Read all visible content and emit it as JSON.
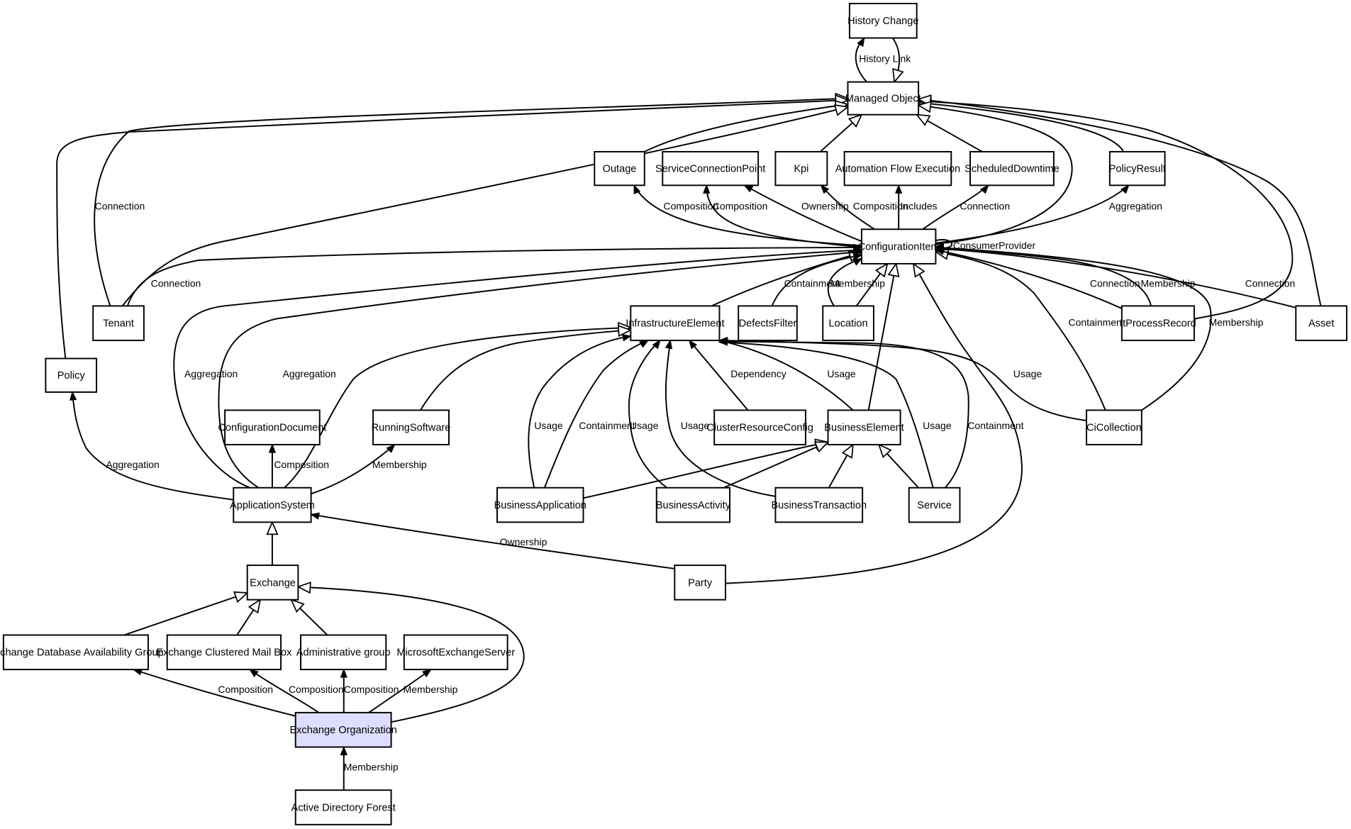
{
  "diagram": {
    "focus_node": "exchange_org",
    "nodes": [
      {
        "id": "history_change",
        "label": "History Change"
      },
      {
        "id": "managed_object",
        "label": "Managed Object"
      },
      {
        "id": "outage",
        "label": "Outage"
      },
      {
        "id": "scp",
        "label": "ServiceConnectionPoint"
      },
      {
        "id": "kpi",
        "label": "Kpi"
      },
      {
        "id": "afe",
        "label": "Automation Flow Execution"
      },
      {
        "id": "sched",
        "label": "ScheduledDowntime"
      },
      {
        "id": "policy_result",
        "label": "PolicyResult"
      },
      {
        "id": "ci",
        "label": "ConfigurationItem"
      },
      {
        "id": "tenant",
        "label": "Tenant"
      },
      {
        "id": "infra",
        "label": "InfrastructureElement"
      },
      {
        "id": "defects",
        "label": "DefectsFilter"
      },
      {
        "id": "location",
        "label": "Location"
      },
      {
        "id": "itpr",
        "label": "ItProcessRecord"
      },
      {
        "id": "asset",
        "label": "Asset"
      },
      {
        "id": "policy",
        "label": "Policy"
      },
      {
        "id": "confdoc",
        "label": "ConfigurationDocument"
      },
      {
        "id": "running",
        "label": "RunningSoftware"
      },
      {
        "id": "crc",
        "label": "ClusterResourceConfig"
      },
      {
        "id": "bizel",
        "label": "BusinessElement"
      },
      {
        "id": "cicoll",
        "label": "CiCollection"
      },
      {
        "id": "appsys",
        "label": "ApplicationSystem"
      },
      {
        "id": "bizapp",
        "label": "BusinessApplication"
      },
      {
        "id": "bizact",
        "label": "BusinessActivity"
      },
      {
        "id": "biztx",
        "label": "BusinessTransaction"
      },
      {
        "id": "service",
        "label": "Service"
      },
      {
        "id": "exchange",
        "label": "Exchange"
      },
      {
        "id": "party",
        "label": "Party"
      },
      {
        "id": "edag",
        "label": "Exchange Database Availability Group"
      },
      {
        "id": "ecmb",
        "label": "Exchange Clustered Mail Box"
      },
      {
        "id": "admgroup",
        "label": "Administrative group"
      },
      {
        "id": "mes",
        "label": "MicrosoftExchangeServer"
      },
      {
        "id": "exchange_org",
        "label": "Exchange Organization"
      },
      {
        "id": "adf",
        "label": "Active Directory Forest"
      }
    ],
    "edges": [
      {
        "id": "e_hist1",
        "label": "History Link",
        "head": "filled"
      },
      {
        "id": "e_hist2",
        "label": "",
        "head": "open"
      },
      {
        "id": "e_tenant_mo",
        "label": "Connection",
        "head": "open"
      },
      {
        "id": "e_policy_mo",
        "label": "",
        "head": "open"
      },
      {
        "id": "e_outage_mo",
        "label": "",
        "head": "open"
      },
      {
        "id": "e_tenant_mo2",
        "label": "",
        "head": "open"
      },
      {
        "id": "e_kpi_mo",
        "label": "",
        "head": "open"
      },
      {
        "id": "e_sched_mo",
        "label": "",
        "head": "open"
      },
      {
        "id": "e_pr_mo",
        "label": "",
        "head": "open"
      },
      {
        "id": "e_itpr_mo",
        "label": "",
        "head": "open"
      },
      {
        "id": "e_asset_mo",
        "label": "",
        "head": "open"
      },
      {
        "id": "e_ci_mo",
        "label": "",
        "head": "open"
      },
      {
        "id": "e_ci_outage",
        "label": "Composition",
        "head": "filled"
      },
      {
        "id": "e_ci_scp",
        "label": "Composition",
        "head": "filled"
      },
      {
        "id": "e_ci_scp2",
        "label": "Ownership",
        "head": "filled"
      },
      {
        "id": "e_ci_kpi",
        "label": "Composition",
        "head": "filled"
      },
      {
        "id": "e_ci_afe",
        "label": "Includes",
        "head": "filled"
      },
      {
        "id": "e_ci_sched",
        "label": "Connection",
        "head": "filled"
      },
      {
        "id": "e_ci_pr",
        "label": "Aggregation",
        "head": "filled"
      },
      {
        "id": "e_ci_self",
        "label": "ConsumerProvider",
        "head": "filled"
      },
      {
        "id": "e_tenant_ci",
        "label": "Connection",
        "head": "filled"
      },
      {
        "id": "e_infra_ci",
        "label": "",
        "head": "open"
      },
      {
        "id": "e_defects_ci",
        "label": "Containment",
        "head": "filled"
      },
      {
        "id": "e_loc_ci",
        "label": "Membership",
        "head": "filled"
      },
      {
        "id": "e_loc_ci2",
        "label": "",
        "head": "open"
      },
      {
        "id": "e_bizel_ci",
        "label": "",
        "head": "open"
      },
      {
        "id": "e_party_ci",
        "label": "",
        "head": "open"
      },
      {
        "id": "e_cicoll_ci",
        "label": "Containment",
        "head": "open"
      },
      {
        "id": "e_itpr_ci_conn",
        "label": "Connection",
        "head": "filled"
      },
      {
        "id": "e_itpr_ci_memb",
        "label": "Membership",
        "head": "filled"
      },
      {
        "id": "e_asset_ci",
        "label": "Connection",
        "head": "filled"
      },
      {
        "id": "e_cicoll_ci2",
        "label": "Membership",
        "head": "filled"
      },
      {
        "id": "e_app_ci1",
        "label": "Aggregation",
        "head": "filled"
      },
      {
        "id": "e_app_ci2",
        "label": "Aggregation",
        "head": "filled"
      },
      {
        "id": "e_app_infra",
        "label": "",
        "head": "open"
      },
      {
        "id": "e_run_infra",
        "label": "",
        "head": "open"
      },
      {
        "id": "e_bizapp_infra1",
        "label": "Usage",
        "head": "filled"
      },
      {
        "id": "e_bizapp_infra2",
        "label": "Containment",
        "head": "filled"
      },
      {
        "id": "e_bizact_infra",
        "label": "Usage",
        "head": "filled"
      },
      {
        "id": "e_biztx_infra",
        "label": "Usage",
        "head": "filled"
      },
      {
        "id": "e_crc_infra",
        "label": "Dependency",
        "head": "filled"
      },
      {
        "id": "e_bizel_infra",
        "label": "Usage",
        "head": "filled"
      },
      {
        "id": "e_svc_infra1",
        "label": "Usage",
        "head": "filled"
      },
      {
        "id": "e_svc_infra2",
        "label": "Containment",
        "head": "filled"
      },
      {
        "id": "e_cicoll_infra",
        "label": "Usage",
        "head": "filled"
      },
      {
        "id": "e_app_policy",
        "label": "Aggregation",
        "head": "filled"
      },
      {
        "id": "e_app_confdoc",
        "label": "Composition",
        "head": "filled"
      },
      {
        "id": "e_app_running",
        "label": "Membership",
        "head": "filled"
      },
      {
        "id": "e_bizapp_bizel",
        "label": "",
        "head": "open"
      },
      {
        "id": "e_bizact_bizel",
        "label": "",
        "head": "open"
      },
      {
        "id": "e_biztx_bizel",
        "label": "",
        "head": "open"
      },
      {
        "id": "e_svc_bizel",
        "label": "",
        "head": "open"
      },
      {
        "id": "e_party_app",
        "label": "Ownership",
        "head": "filled"
      },
      {
        "id": "e_exch_app",
        "label": "",
        "head": "open"
      },
      {
        "id": "e_edag_exch",
        "label": "",
        "head": "open"
      },
      {
        "id": "e_ecmb_exch",
        "label": "",
        "head": "open"
      },
      {
        "id": "e_adm_exch",
        "label": "",
        "head": "open"
      },
      {
        "id": "e_org_exch",
        "label": "",
        "head": "open"
      },
      {
        "id": "e_org_edag",
        "label": "Composition",
        "head": "filled"
      },
      {
        "id": "e_org_ecmb",
        "label": "Composition",
        "head": "filled"
      },
      {
        "id": "e_org_adm",
        "label": "Composition",
        "head": "filled"
      },
      {
        "id": "e_org_mes",
        "label": "Membership",
        "head": "filled"
      },
      {
        "id": "e_adf_org",
        "label": "Membership",
        "head": "filled"
      }
    ]
  }
}
